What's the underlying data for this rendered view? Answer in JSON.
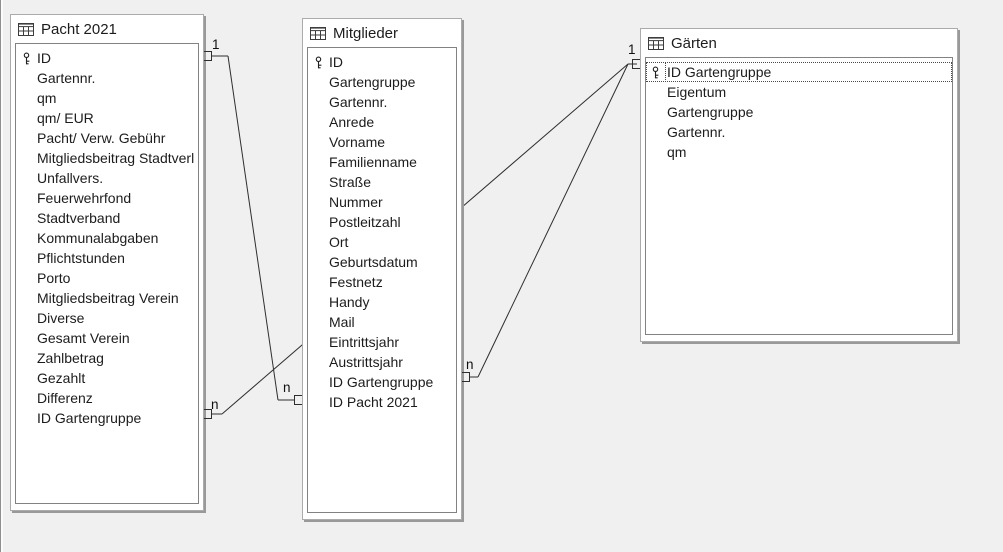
{
  "colors": {
    "background": "#f0f0f0",
    "window_background": "#ffffff",
    "window_border": "#ababab",
    "window_shadow": "#999999",
    "list_border": "#828282",
    "relationship_line": "#2e2e2e",
    "text": "#1c1c1c"
  },
  "tables": [
    {
      "title": "Pacht 2021",
      "fields": [
        {
          "name": "ID",
          "key": true
        },
        {
          "name": "Gartennr."
        },
        {
          "name": "qm"
        },
        {
          "name": "qm/ EUR"
        },
        {
          "name": "Pacht/ Verw. Gebühr"
        },
        {
          "name": "Mitgliedsbeitrag Stadtverl"
        },
        {
          "name": "Unfallvers."
        },
        {
          "name": "Feuerwehrfond"
        },
        {
          "name": "Stadtverband"
        },
        {
          "name": "Kommunalabgaben"
        },
        {
          "name": "Pflichtstunden"
        },
        {
          "name": "Porto"
        },
        {
          "name": "Mitgliedsbeitrag Verein"
        },
        {
          "name": "Diverse"
        },
        {
          "name": "Gesamt Verein"
        },
        {
          "name": "Zahlbetrag"
        },
        {
          "name": "Gezahlt"
        },
        {
          "name": "Differenz"
        },
        {
          "name": "ID Gartengruppe"
        }
      ]
    },
    {
      "title": "Mitglieder",
      "fields": [
        {
          "name": "ID",
          "key": true
        },
        {
          "name": "Gartengruppe"
        },
        {
          "name": "Gartennr."
        },
        {
          "name": "Anrede"
        },
        {
          "name": "Vorname"
        },
        {
          "name": "Familienname"
        },
        {
          "name": "Straße"
        },
        {
          "name": "Nummer"
        },
        {
          "name": "Postleitzahl"
        },
        {
          "name": "Ort"
        },
        {
          "name": "Geburtsdatum"
        },
        {
          "name": "Festnetz"
        },
        {
          "name": "Handy"
        },
        {
          "name": "Mail"
        },
        {
          "name": "Eintrittsjahr"
        },
        {
          "name": "Austrittsjahr"
        },
        {
          "name": "ID Gartengruppe"
        },
        {
          "name": "ID Pacht 2021"
        }
      ]
    },
    {
      "title": "Gärten",
      "fields": [
        {
          "name": "ID Gartengruppe",
          "key": true,
          "selected": true
        },
        {
          "name": "Eigentum"
        },
        {
          "name": "Gartengruppe"
        },
        {
          "name": "Gartennr."
        },
        {
          "name": "qm"
        }
      ]
    }
  ],
  "relationships": [
    {
      "from_table": "Pacht 2021",
      "from_field": "ID",
      "from_card": "1",
      "to_table": "Mitglieder",
      "to_field": "ID Pacht 2021",
      "to_card": "n"
    },
    {
      "from_table": "Gärten",
      "from_field": "ID Gartengruppe",
      "from_card": "1",
      "to_table": "Pacht 2021",
      "to_field": "ID Gartengruppe",
      "to_card": "n"
    },
    {
      "from_table": "Gärten",
      "from_field": "ID Gartengruppe",
      "from_card": "1",
      "to_table": "Mitglieder",
      "to_field": "ID Gartengruppe",
      "to_card": "n"
    }
  ]
}
